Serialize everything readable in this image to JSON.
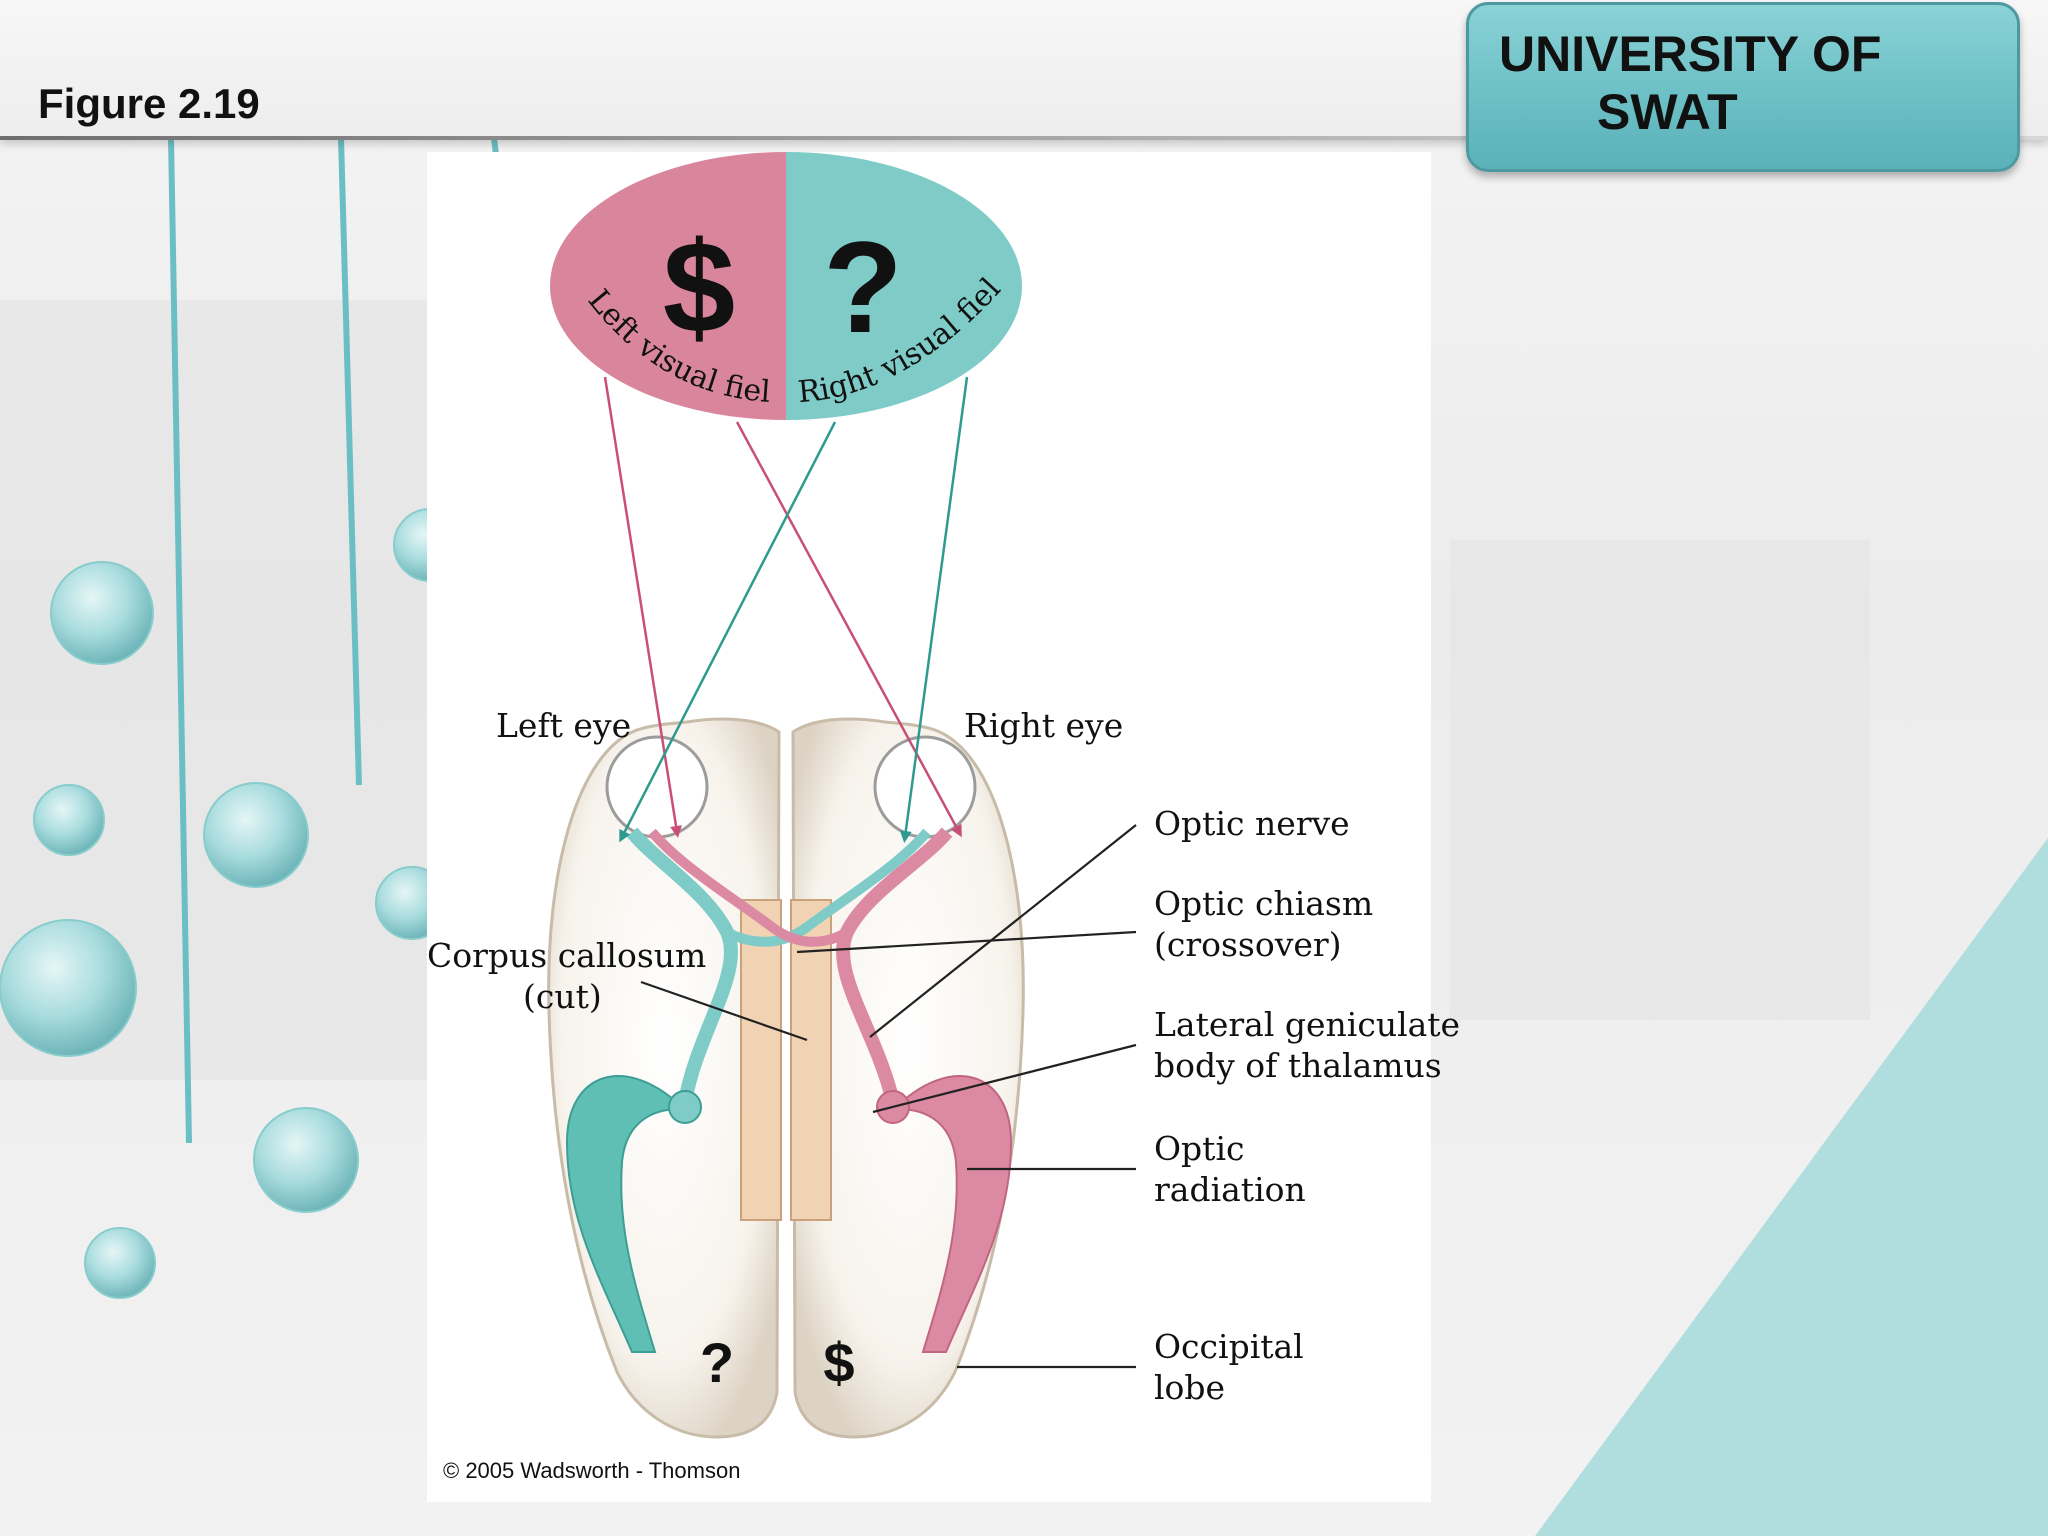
{
  "slide": {
    "figure_label": "Figure 2.19",
    "badge_line1": "UNIVERSITY OF",
    "badge_line2": "SWAT"
  },
  "visual_field": {
    "left_label": "Left visual field",
    "right_label": "Right visual field",
    "left_symbol": "$",
    "right_symbol": "?"
  },
  "labels": {
    "left_eye": "Left eye",
    "right_eye": "Right eye",
    "optic_nerve": "Optic nerve",
    "optic_chiasm_1": "Optic chiasm",
    "optic_chiasm_2": "(crossover)",
    "corpus_callosum_1": "Corpus callosum",
    "corpus_callosum_2": "(cut)",
    "lgn_1": "Lateral geniculate",
    "lgn_2": "body of thalamus",
    "optic_radiation_1": "Optic",
    "optic_radiation_2": "radiation",
    "occipital_1": "Occipital",
    "occipital_2": "lobe"
  },
  "occipital_symbols": {
    "left": "?",
    "right": "$"
  },
  "copyright": "© 2005 Wadsworth - Thomson",
  "colors": {
    "pink": "#d9869d",
    "teal": "#7ecbc7",
    "accent": "#6cc0c6"
  }
}
